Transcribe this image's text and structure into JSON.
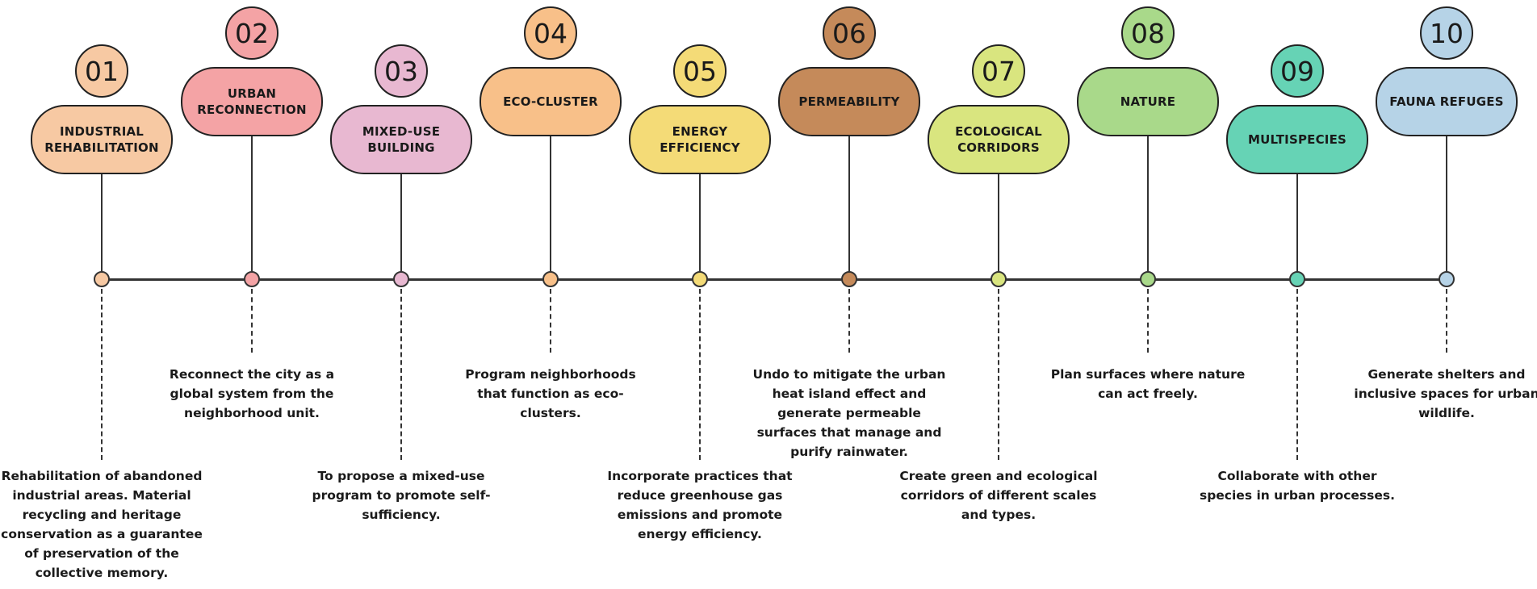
{
  "steps": [
    {
      "num": "01",
      "title": "INDUSTRIAL REHABILITATION",
      "color": "#F7C9A3",
      "desc": "Rehabilitation of abandoned industrial areas. Material recycling and heritage conservation as a guarantee of preservation of the collective memory."
    },
    {
      "num": "02",
      "title": "URBAN RECONNECTION",
      "color": "#F4A3A5",
      "desc": "Reconnect the city as a global system from the neighborhood unit."
    },
    {
      "num": "03",
      "title": "MIXED-USE BUILDING",
      "color": "#E8B8D1",
      "desc": "To propose a mixed-use program to promote self-sufficiency."
    },
    {
      "num": "04",
      "title": "ECO-CLUSTER",
      "color": "#F8C089",
      "desc": "Program neighborhoods that function as eco-clusters."
    },
    {
      "num": "05",
      "title": "ENERGY EFFICIENCY",
      "color": "#F4DB77",
      "desc": "Incorporate practices that reduce greenhouse gas emissions and promote energy efficiency."
    },
    {
      "num": "06",
      "title": "PERMEABILITY",
      "color": "#C58A5A",
      "desc": "Undo to mitigate the urban heat island effect and generate permeable surfaces that manage and purify rainwater."
    },
    {
      "num": "07",
      "title": "ECOLOGICAL CORRIDORS",
      "color": "#D9E57F",
      "desc": "Create green and ecological corridors of different scales and types."
    },
    {
      "num": "08",
      "title": "NATURE",
      "color": "#A9D98A",
      "desc": "Plan surfaces where nature can act freely."
    },
    {
      "num": "09",
      "title": "MULTISPECIES",
      "color": "#66D3B5",
      "desc": "Collaborate with other species in urban processes."
    },
    {
      "num": "10",
      "title": "FAUNA REFUGES",
      "color": "#B6D3E7",
      "desc": "Generate shelters and inclusive spaces for urban wildlife."
    }
  ]
}
